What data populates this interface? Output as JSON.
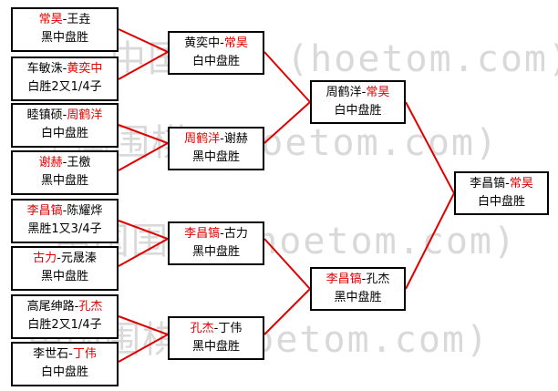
{
  "watermark": {
    "text": "中国围棋 (hoetom.com)"
  },
  "colors": {
    "winner": "#e00000",
    "line": "#e00000",
    "border": "#000000"
  },
  "bracket": {
    "round1": [
      {
        "p1": "常昊",
        "sep": "-",
        "p2": "王垚",
        "winner": "p1",
        "result": "黑中盘胜"
      },
      {
        "p1": "车敏洙",
        "sep": "-",
        "p2": "黄奕中",
        "winner": "p2",
        "result": "白胜2又1/4子"
      },
      {
        "p1": "睦镇硕",
        "sep": "-",
        "p2": "周鹤洋",
        "winner": "p2",
        "result": "白中盘胜"
      },
      {
        "p1": "谢赫",
        "sep": "-",
        "p2": "王檄",
        "winner": "p1",
        "result": "黑中盘胜"
      },
      {
        "p1": "李昌镐",
        "sep": "-",
        "p2": "陈耀烨",
        "winner": "p1",
        "result": "黑胜1又3/4子"
      },
      {
        "p1": "古力",
        "sep": "-",
        "p2": "元晟溱",
        "winner": "p1",
        "result": "黑中盘胜"
      },
      {
        "p1": "高尾绅路",
        "sep": "-",
        "p2": "孔杰",
        "winner": "p2",
        "result": "白胜2又1/4子"
      },
      {
        "p1": "李世石",
        "sep": "-",
        "p2": "丁伟",
        "winner": "p2",
        "result": "白中盘胜"
      }
    ],
    "round2": [
      {
        "p1": "黄奕中",
        "sep": "-",
        "p2": "常昊",
        "winner": "p2",
        "result": "白中盘胜"
      },
      {
        "p1": "周鹤洋",
        "sep": "-",
        "p2": "谢赫",
        "winner": "p1",
        "result": "黑中盘胜"
      },
      {
        "p1": "李昌镐",
        "sep": "-",
        "p2": "古力",
        "winner": "p1",
        "result": "黑中盘胜"
      },
      {
        "p1": "孔杰",
        "sep": "-",
        "p2": "丁伟",
        "winner": "p1",
        "result": "黑中盘胜"
      }
    ],
    "round3": [
      {
        "p1": "周鹤洋",
        "sep": "-",
        "p2": "常昊",
        "winner": "p2",
        "result": "白中盘胜"
      },
      {
        "p1": "李昌镐",
        "sep": "-",
        "p2": "孔杰",
        "winner": "p1",
        "result": "黑中盘胜"
      }
    ],
    "final": [
      {
        "p1": "李昌镐",
        "sep": "-",
        "p2": "常昊",
        "winner": "p2",
        "result": "白中盘胜"
      }
    ]
  }
}
